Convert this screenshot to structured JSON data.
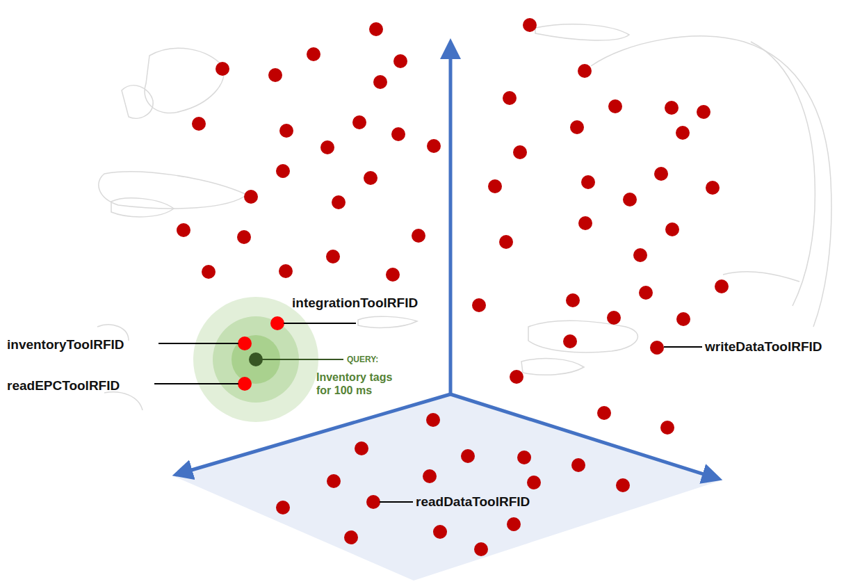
{
  "diagram": {
    "labels": [
      "integrationToolRFID",
      "inventoryToolRFID",
      "readEPCToolRFID",
      "QUERY:",
      "Inventory tags for 100 ms",
      "writeDataToolRFID",
      "readDataToolRFID"
    ]
  }
}
